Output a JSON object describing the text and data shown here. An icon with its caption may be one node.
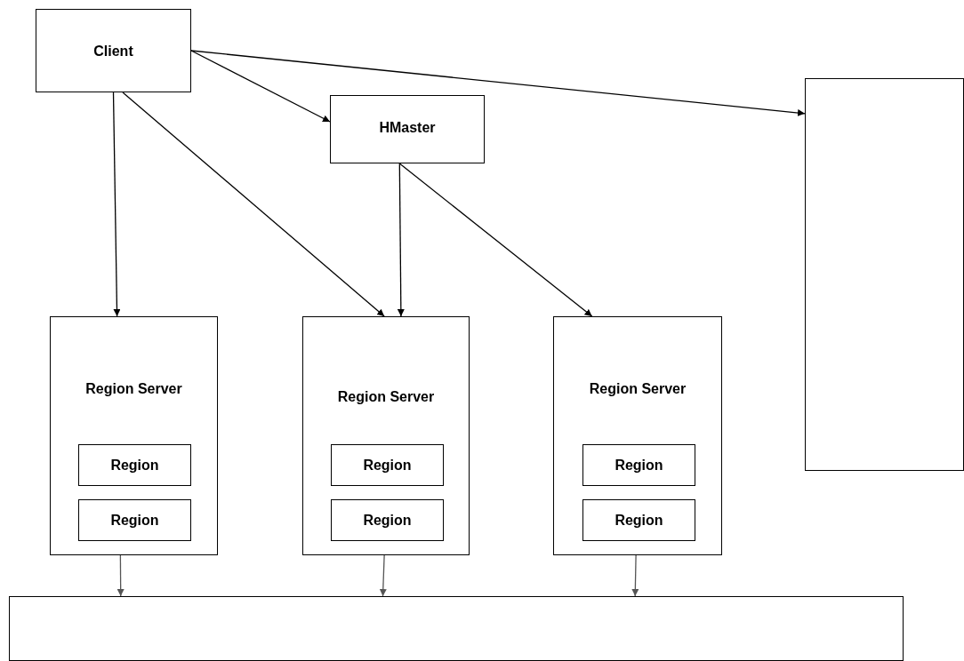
{
  "diagram": {
    "nodes": [
      {
        "text": [
          "Client"
        ]
      },
      {
        "text": [
          "HMaster"
        ]
      },
      {
        "text": [],
        "shape": "box"
      },
      {
        "text": [
          "Region Server"
        ]
      },
      {
        "text": [
          "Region"
        ],
        "in": 3
      },
      {
        "text": [
          "Region"
        ],
        "in": 3
      },
      {
        "text": [
          "Region Server"
        ]
      },
      {
        "text": [
          "Region"
        ],
        "in": 6
      },
      {
        "text": [
          "Region"
        ],
        "in": 6
      },
      {
        "text": [
          "Region Server"
        ]
      },
      {
        "text": [
          "Region"
        ],
        "in": 9
      },
      {
        "text": [
          "Region"
        ],
        "in": 9
      },
      {
        "text": [],
        "shape": "box"
      }
    ],
    "edges": [
      {
        "from": 0,
        "to": 2,
        "arrow": "to"
      },
      {
        "from": 0,
        "to": 1,
        "arrow": "to"
      },
      {
        "from": 0,
        "to": 3,
        "arrow": "to"
      },
      {
        "from": 0,
        "to": 6,
        "arrow": "to"
      },
      {
        "from": 1,
        "to": 6,
        "arrow": "to"
      },
      {
        "from": 1,
        "to": 9,
        "arrow": "to"
      },
      {
        "from": 3,
        "to": 12,
        "arrow": "to",
        "color": "#555555"
      },
      {
        "from": 6,
        "to": 12,
        "arrow": "to",
        "color": "#555555"
      },
      {
        "from": 9,
        "to": 12,
        "arrow": "to",
        "color": "#555555"
      }
    ]
  }
}
